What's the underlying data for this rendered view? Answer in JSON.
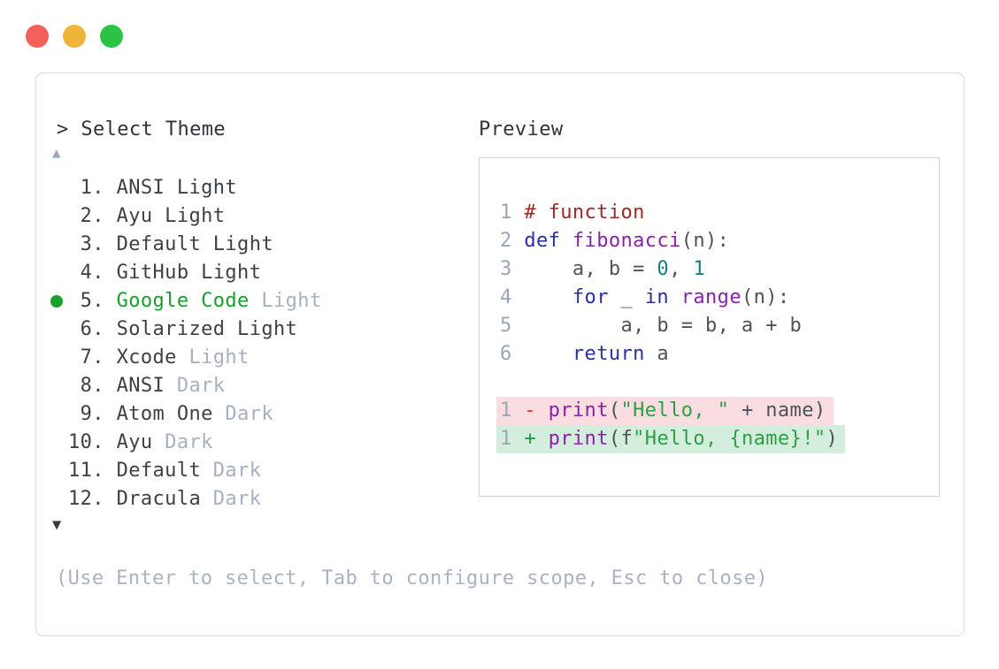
{
  "window": {
    "controls": [
      {
        "name": "close",
        "color": "#f4615b"
      },
      {
        "name": "minimize",
        "color": "#f1b43b"
      },
      {
        "name": "zoom",
        "color": "#2cc344"
      }
    ]
  },
  "theme_picker": {
    "prompt_symbol": ">",
    "prompt_label": "Select Theme",
    "scroll_up_symbol": "▲",
    "scroll_down_symbol": "▼",
    "hint": "(Use Enter to select, Tab to configure scope, Esc to close)",
    "items": [
      {
        "number": " 1.",
        "label": "ANSI Light",
        "muted": "",
        "selected": false
      },
      {
        "number": " 2.",
        "label": "Ayu Light",
        "muted": "",
        "selected": false
      },
      {
        "number": " 3.",
        "label": "Default Light",
        "muted": "",
        "selected": false
      },
      {
        "number": " 4.",
        "label": "GitHub Light",
        "muted": "",
        "selected": false
      },
      {
        "number": " 5.",
        "label": "Google Code",
        "muted": "Light",
        "selected": true
      },
      {
        "number": " 6.",
        "label": "Solarized Light",
        "muted": "",
        "selected": false
      },
      {
        "number": " 7.",
        "label": "Xcode",
        "muted": "Light",
        "selected": false
      },
      {
        "number": " 8.",
        "label": "ANSI",
        "muted": "Dark",
        "selected": false
      },
      {
        "number": " 9.",
        "label": "Atom One",
        "muted": "Dark",
        "selected": false
      },
      {
        "number": "10.",
        "label": "Ayu",
        "muted": "Dark",
        "selected": false
      },
      {
        "number": "11.",
        "label": "Default",
        "muted": "Dark",
        "selected": false
      },
      {
        "number": "12.",
        "label": "Dracula",
        "muted": "Dark",
        "selected": false
      }
    ]
  },
  "preview": {
    "title": "Preview",
    "code_lines": [
      {
        "number": "1",
        "tokens": [
          {
            "t": "comment",
            "v": "# function"
          }
        ]
      },
      {
        "number": "2",
        "tokens": [
          {
            "t": "keyword",
            "v": "def"
          },
          {
            "t": "plain",
            "v": " "
          },
          {
            "t": "function",
            "v": "fibonacci"
          },
          {
            "t": "plain",
            "v": "(n):"
          }
        ]
      },
      {
        "number": "3",
        "tokens": [
          {
            "t": "plain",
            "v": "    a, b = "
          },
          {
            "t": "number",
            "v": "0"
          },
          {
            "t": "plain",
            "v": ", "
          },
          {
            "t": "number",
            "v": "1"
          }
        ]
      },
      {
        "number": "4",
        "tokens": [
          {
            "t": "plain",
            "v": "    "
          },
          {
            "t": "keyword",
            "v": "for"
          },
          {
            "t": "plain",
            "v": " _ "
          },
          {
            "t": "keyword",
            "v": "in"
          },
          {
            "t": "plain",
            "v": " "
          },
          {
            "t": "function",
            "v": "range"
          },
          {
            "t": "plain",
            "v": "(n):"
          }
        ]
      },
      {
        "number": "5",
        "tokens": [
          {
            "t": "plain",
            "v": "        a, b = b, a + b"
          }
        ]
      },
      {
        "number": "6",
        "tokens": [
          {
            "t": "plain",
            "v": "    "
          },
          {
            "t": "keyword",
            "v": "return"
          },
          {
            "t": "plain",
            "v": " a"
          }
        ]
      }
    ],
    "diff_lines": [
      {
        "number": "1",
        "marker": "-",
        "kind": "removed",
        "tokens": [
          {
            "t": "function",
            "v": "print"
          },
          {
            "t": "plain",
            "v": "("
          },
          {
            "t": "string",
            "v": "\"Hello, \""
          },
          {
            "t": "plain",
            "v": " + name)"
          }
        ]
      },
      {
        "number": "1",
        "marker": "+",
        "kind": "added",
        "tokens": [
          {
            "t": "function",
            "v": "print"
          },
          {
            "t": "plain",
            "v": "(f"
          },
          {
            "t": "string",
            "v": "\"Hello, {name}!\""
          },
          {
            "t": "plain",
            "v": ")"
          }
        ]
      }
    ]
  },
  "colors": {
    "accent_green": "#17a02b",
    "list_text": "#3c4148",
    "muted_text": "#a7b0c2",
    "hint_text": "#a9b2c5",
    "arrow_up": "#9aa9c2",
    "arrow_down": "#343943",
    "panel_border": "#d7dae1",
    "preview_border": "#ccd2db",
    "line_number": "#9ba4b5",
    "heading_text": "#2e333a",
    "tok_comment": "#9b2b22",
    "tok_keyword": "#2a2fa3",
    "tok_function": "#8a22a8",
    "tok_number": "#16807d",
    "tok_string": "#2f9e44",
    "tok_plain": "#4d535b",
    "diff_removed_bg": "#fadde0",
    "diff_added_bg": "#d4eedd",
    "diff_minus": "#c03a33",
    "diff_plus": "#1f9d45"
  }
}
